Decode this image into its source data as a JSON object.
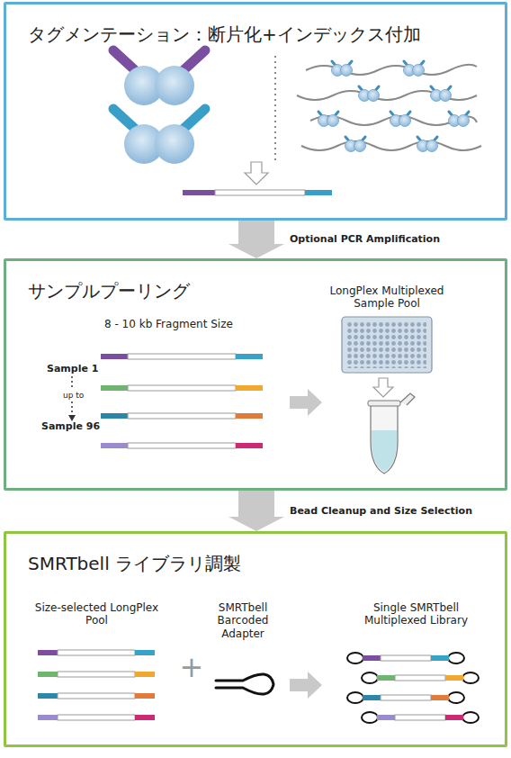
{
  "diagram": {
    "nodes": [
      {
        "text": [
          "タグメンテーション：断片化+インデックス付加"
        ]
      },
      {
        "text": [
          "サンプルプーリング"
        ]
      },
      {
        "text": [
          "SMRTbell ライブラリ調製"
        ]
      }
    ],
    "edges": [
      {
        "from": 0,
        "to": 1,
        "arrow": "to",
        "label": "Optional PCR Amplification"
      },
      {
        "from": 1,
        "to": 2,
        "arrow": "to",
        "label": "Bead Cleanup and Size Selection"
      }
    ],
    "labels": [
      "8 - 10 kb Fragment Size",
      "Sample 1",
      "up to",
      "Sample 96",
      "LongPlex Multiplexed Sample Pool",
      "Size-selected LongPlex Pool",
      "+",
      "SMRTbell Barcoded Adapter",
      "Single SMRTbell Multiplexed Library"
    ]
  }
}
